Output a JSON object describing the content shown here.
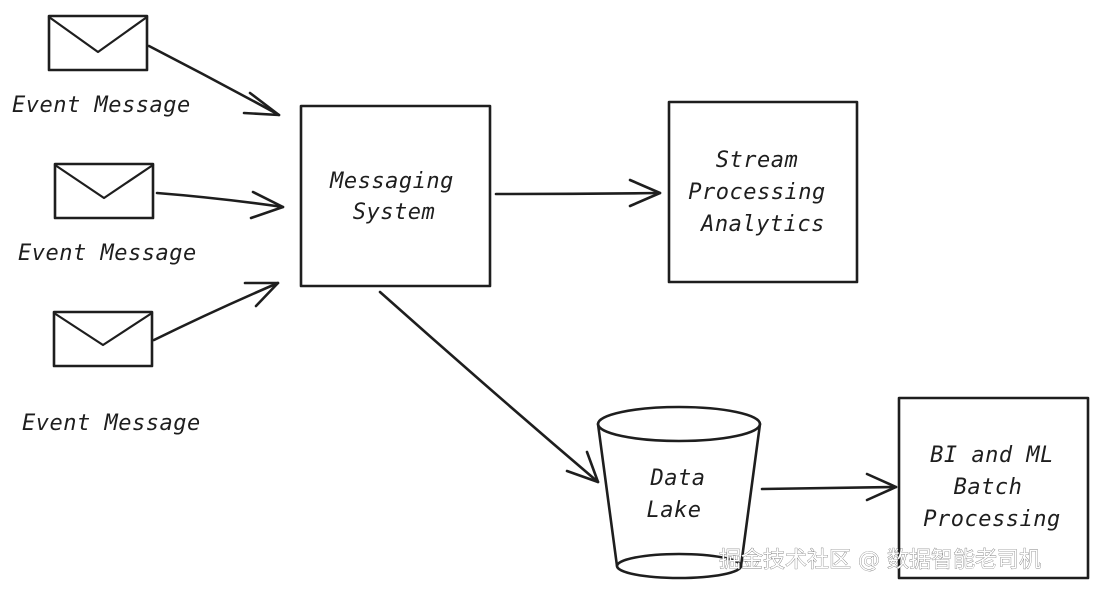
{
  "diagram": {
    "sources": [
      {
        "label": "Event Message"
      },
      {
        "label": "Event Message"
      },
      {
        "label": "Event Message"
      }
    ],
    "messaging": {
      "line1": "Messaging",
      "line2": "System"
    },
    "stream": {
      "line1": "Stream",
      "line2": "Processing",
      "line3": "Analytics"
    },
    "lake": {
      "line1": "Data",
      "line2": "Lake"
    },
    "batch": {
      "line1": "BI and ML",
      "line2": "Batch",
      "line3": "Processing"
    },
    "watermark": "掘金技术社区 @ 数据智能老司机"
  }
}
